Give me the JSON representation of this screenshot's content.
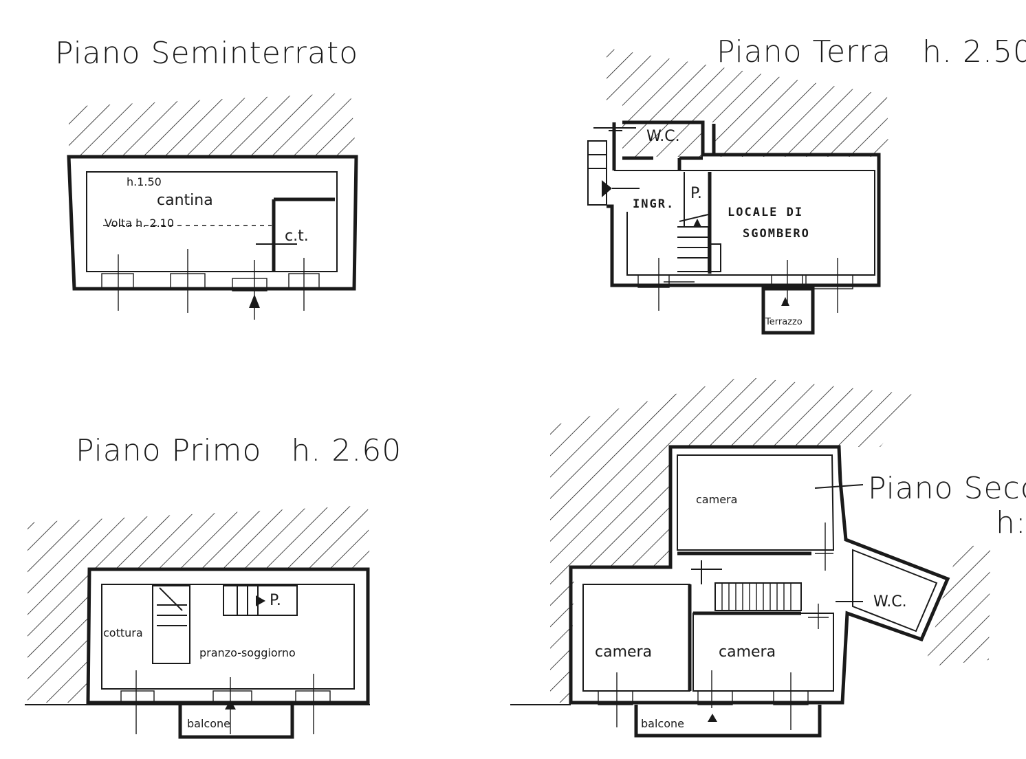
{
  "floors": {
    "seminterrato": {
      "title": "Piano Seminterrato",
      "height_note": "h.1.50",
      "room_cantina": "cantina",
      "volta_note": "Volta h. 2.10",
      "room_ct": "c.t."
    },
    "terra": {
      "title": "Piano Terra",
      "height": "h. 2.50",
      "room_wc": "W.C.",
      "room_ingr": "INGR.",
      "stair_p": "P.",
      "room_locale_1": "LOCALE DI",
      "room_locale_2": "SGOMBERO",
      "terrazzo": "Terrazzo"
    },
    "primo": {
      "title": "Piano Primo",
      "height": "h. 2.60",
      "room_cottura": "cottura",
      "room_pranzo": "pranzo-soggiorno",
      "stair_p": "P.",
      "balcone": "balcone"
    },
    "secondo": {
      "title": "Piano Secon",
      "height": "h:",
      "room_top": "camera",
      "room_left": "camera",
      "room_right": "camera",
      "room_wc": "W.C.",
      "balcone": "balcone"
    }
  },
  "colors": {
    "ink": "#1a1a1a",
    "paper": "#ffffff"
  }
}
